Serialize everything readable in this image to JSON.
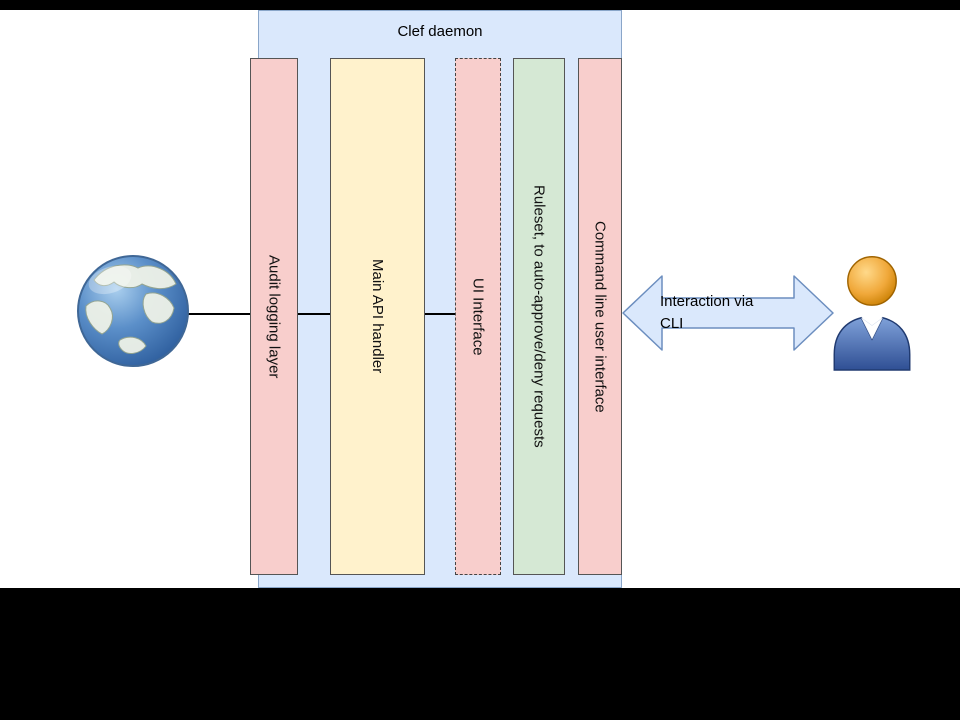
{
  "diagram": {
    "title": "Clef daemon",
    "bars": [
      {
        "label": "Audit logging layer",
        "color": "#f8cecc"
      },
      {
        "label": "Main API handler",
        "color": "#fff2cc"
      },
      {
        "label": "UI Interface",
        "color": "#f8cecc",
        "border_style": "dashed"
      },
      {
        "label": "Ruleset, to auto-approve/deny requests",
        "color": "#d5e8d4"
      },
      {
        "label": "Command line user interface",
        "color": "#f8cecc"
      }
    ],
    "arrow_label": "Interaction via CLI",
    "icons": {
      "left": "globe-icon",
      "right": "user-icon"
    },
    "colors": {
      "container_fill": "#dae8fc",
      "container_stroke": "#8aa6c9",
      "pink_fill": "#f8cecc",
      "yellow_fill": "#fff2cc",
      "green_fill": "#d5e8d4",
      "arrow_fill": "#dae8fc",
      "arrow_stroke": "#6c8ebf",
      "connector": "#000000",
      "canvas_bg": "#ffffff",
      "page_bg": "#000000"
    }
  }
}
